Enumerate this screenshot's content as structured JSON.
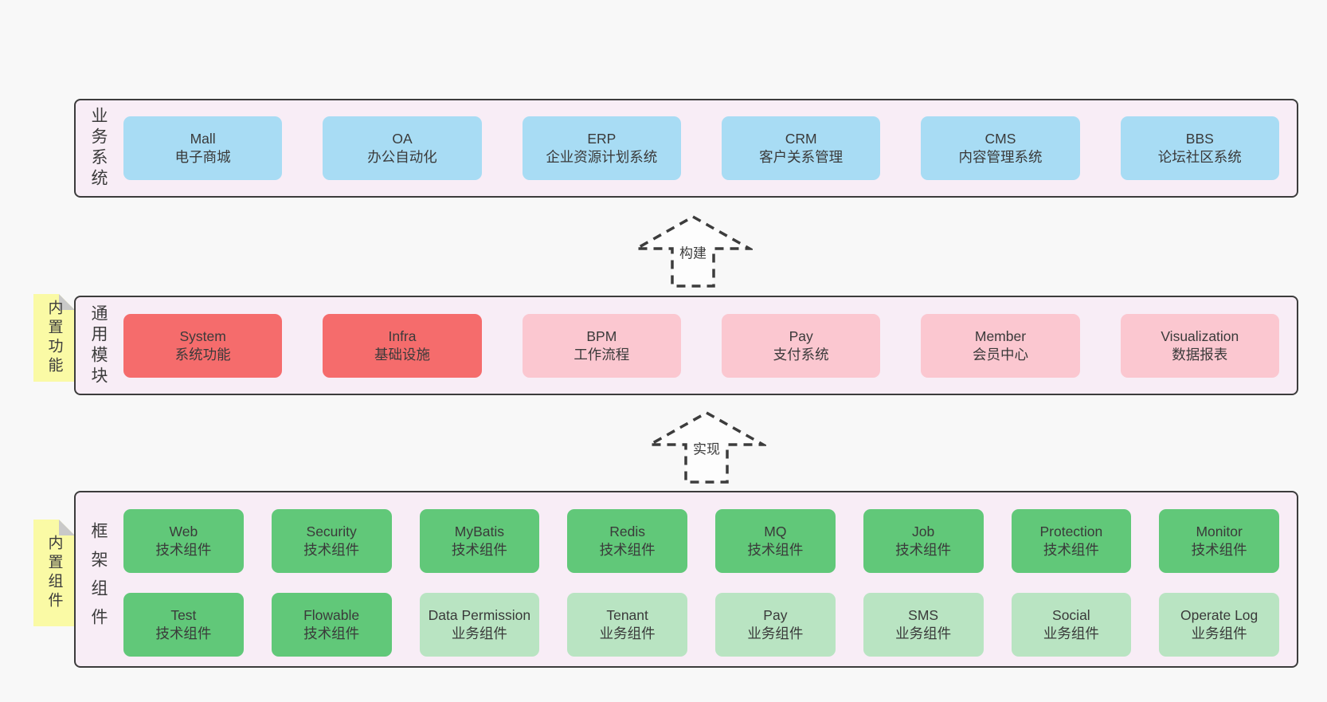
{
  "colors": {
    "page-bg": "#f8f8f8",
    "panel-bg": "#f8edf6",
    "panel-border": "#3c3c3c",
    "box-blue": "#a8dcf4",
    "box-red": "#f56c6c",
    "box-pink": "#fbc7d0",
    "box-green-dark": "#61c879",
    "box-green-light": "#b9e4c2",
    "tab-yellow": "#fafaa5",
    "tab-fold": "#c9c9c9",
    "text": "#3a3a3a"
  },
  "arrows": {
    "build": "构建",
    "implement": "实现"
  },
  "business": {
    "label": "业务系统",
    "boxes": [
      {
        "title": "Mall",
        "subtitle": "电子商城"
      },
      {
        "title": "OA",
        "subtitle": "办公自动化"
      },
      {
        "title": "ERP",
        "subtitle": "企业资源计划系统"
      },
      {
        "title": "CRM",
        "subtitle": "客户关系管理"
      },
      {
        "title": "CMS",
        "subtitle": "内容管理系统"
      },
      {
        "title": "BBS",
        "subtitle": "论坛社区系统"
      }
    ]
  },
  "modules": {
    "label": "通用模块",
    "tab": "内置功能",
    "boxes": [
      {
        "title": "System",
        "subtitle": "系统功能",
        "variant": "red"
      },
      {
        "title": "Infra",
        "subtitle": "基础设施",
        "variant": "red"
      },
      {
        "title": "BPM",
        "subtitle": "工作流程",
        "variant": "pink"
      },
      {
        "title": "Pay",
        "subtitle": "支付系统",
        "variant": "pink"
      },
      {
        "title": "Member",
        "subtitle": "会员中心",
        "variant": "pink"
      },
      {
        "title": "Visualization",
        "subtitle": "数据报表",
        "variant": "pink"
      }
    ]
  },
  "components": {
    "label": "框架组件",
    "tab": "内置组件",
    "row1": [
      {
        "title": "Web",
        "subtitle": "技术组件",
        "variant": "dark"
      },
      {
        "title": "Security",
        "subtitle": "技术组件",
        "variant": "dark"
      },
      {
        "title": "MyBatis",
        "subtitle": "技术组件",
        "variant": "dark"
      },
      {
        "title": "Redis",
        "subtitle": "技术组件",
        "variant": "dark"
      },
      {
        "title": "MQ",
        "subtitle": "技术组件",
        "variant": "dark"
      },
      {
        "title": "Job",
        "subtitle": "技术组件",
        "variant": "dark"
      },
      {
        "title": "Protection",
        "subtitle": "技术组件",
        "variant": "dark"
      },
      {
        "title": "Monitor",
        "subtitle": "技术组件",
        "variant": "dark"
      }
    ],
    "row2": [
      {
        "title": "Test",
        "subtitle": "技术组件",
        "variant": "dark"
      },
      {
        "title": "Flowable",
        "subtitle": "技术组件",
        "variant": "dark"
      },
      {
        "title": "Data Permission",
        "subtitle": "业务组件",
        "variant": "light"
      },
      {
        "title": "Tenant",
        "subtitle": "业务组件",
        "variant": "light"
      },
      {
        "title": "Pay",
        "subtitle": "业务组件",
        "variant": "light"
      },
      {
        "title": "SMS",
        "subtitle": "业务组件",
        "variant": "light"
      },
      {
        "title": "Social",
        "subtitle": "业务组件",
        "variant": "light"
      },
      {
        "title": "Operate Log",
        "subtitle": "业务组件",
        "variant": "light"
      }
    ]
  }
}
